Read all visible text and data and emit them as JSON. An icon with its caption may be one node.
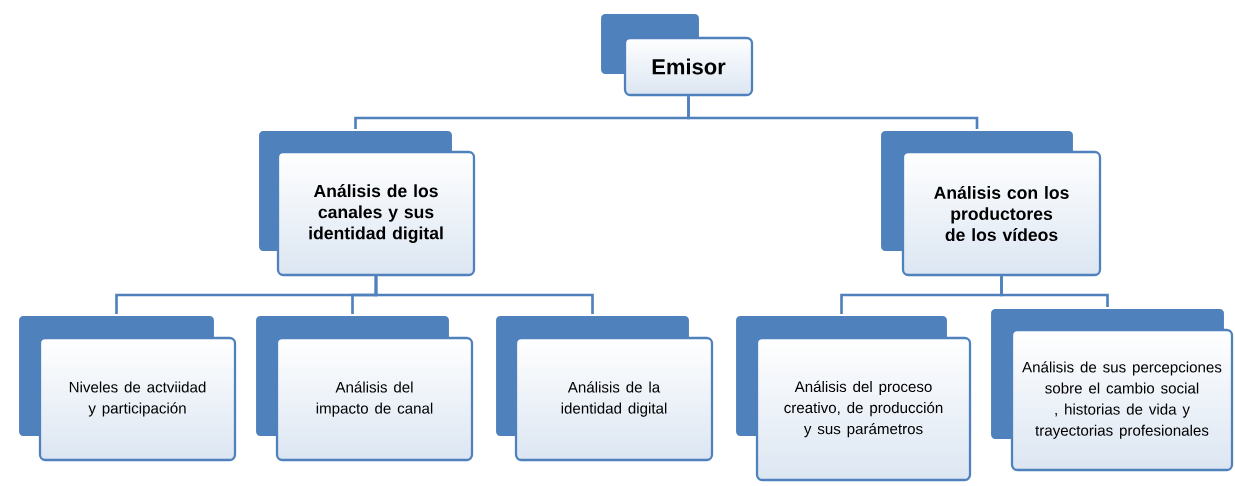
{
  "diagram": {
    "nodes": [
      {
        "text": [
          "Emisor"
        ]
      },
      {
        "text": [
          "Análisis de los canales y sus identidad digital"
        ]
      },
      {
        "text": [
          "Análisis con los productores de los vídeos"
        ]
      },
      {
        "text": [
          "Niveles de actviidad y participación"
        ]
      },
      {
        "text": [
          "Análisis del impacto de canal"
        ]
      },
      {
        "text": [
          "Análisis de la identidad digital"
        ]
      },
      {
        "text": [
          "Análisis del proceso creativo, de producción y sus parámetros"
        ]
      },
      {
        "text": [
          "Análisis de sus percepciones sobre el cambio social , historias de vida y trayectorias profesionales"
        ]
      }
    ],
    "edges": [
      {
        "from": 0,
        "to": 1,
        "arrow": "none"
      },
      {
        "from": 0,
        "to": 2,
        "arrow": "none"
      },
      {
        "from": 1,
        "to": 3,
        "arrow": "none"
      },
      {
        "from": 1,
        "to": 4,
        "arrow": "none"
      },
      {
        "from": 1,
        "to": 5,
        "arrow": "none"
      },
      {
        "from": 2,
        "to": 6,
        "arrow": "none"
      },
      {
        "from": 2,
        "to": 7,
        "arrow": "none"
      }
    ]
  }
}
